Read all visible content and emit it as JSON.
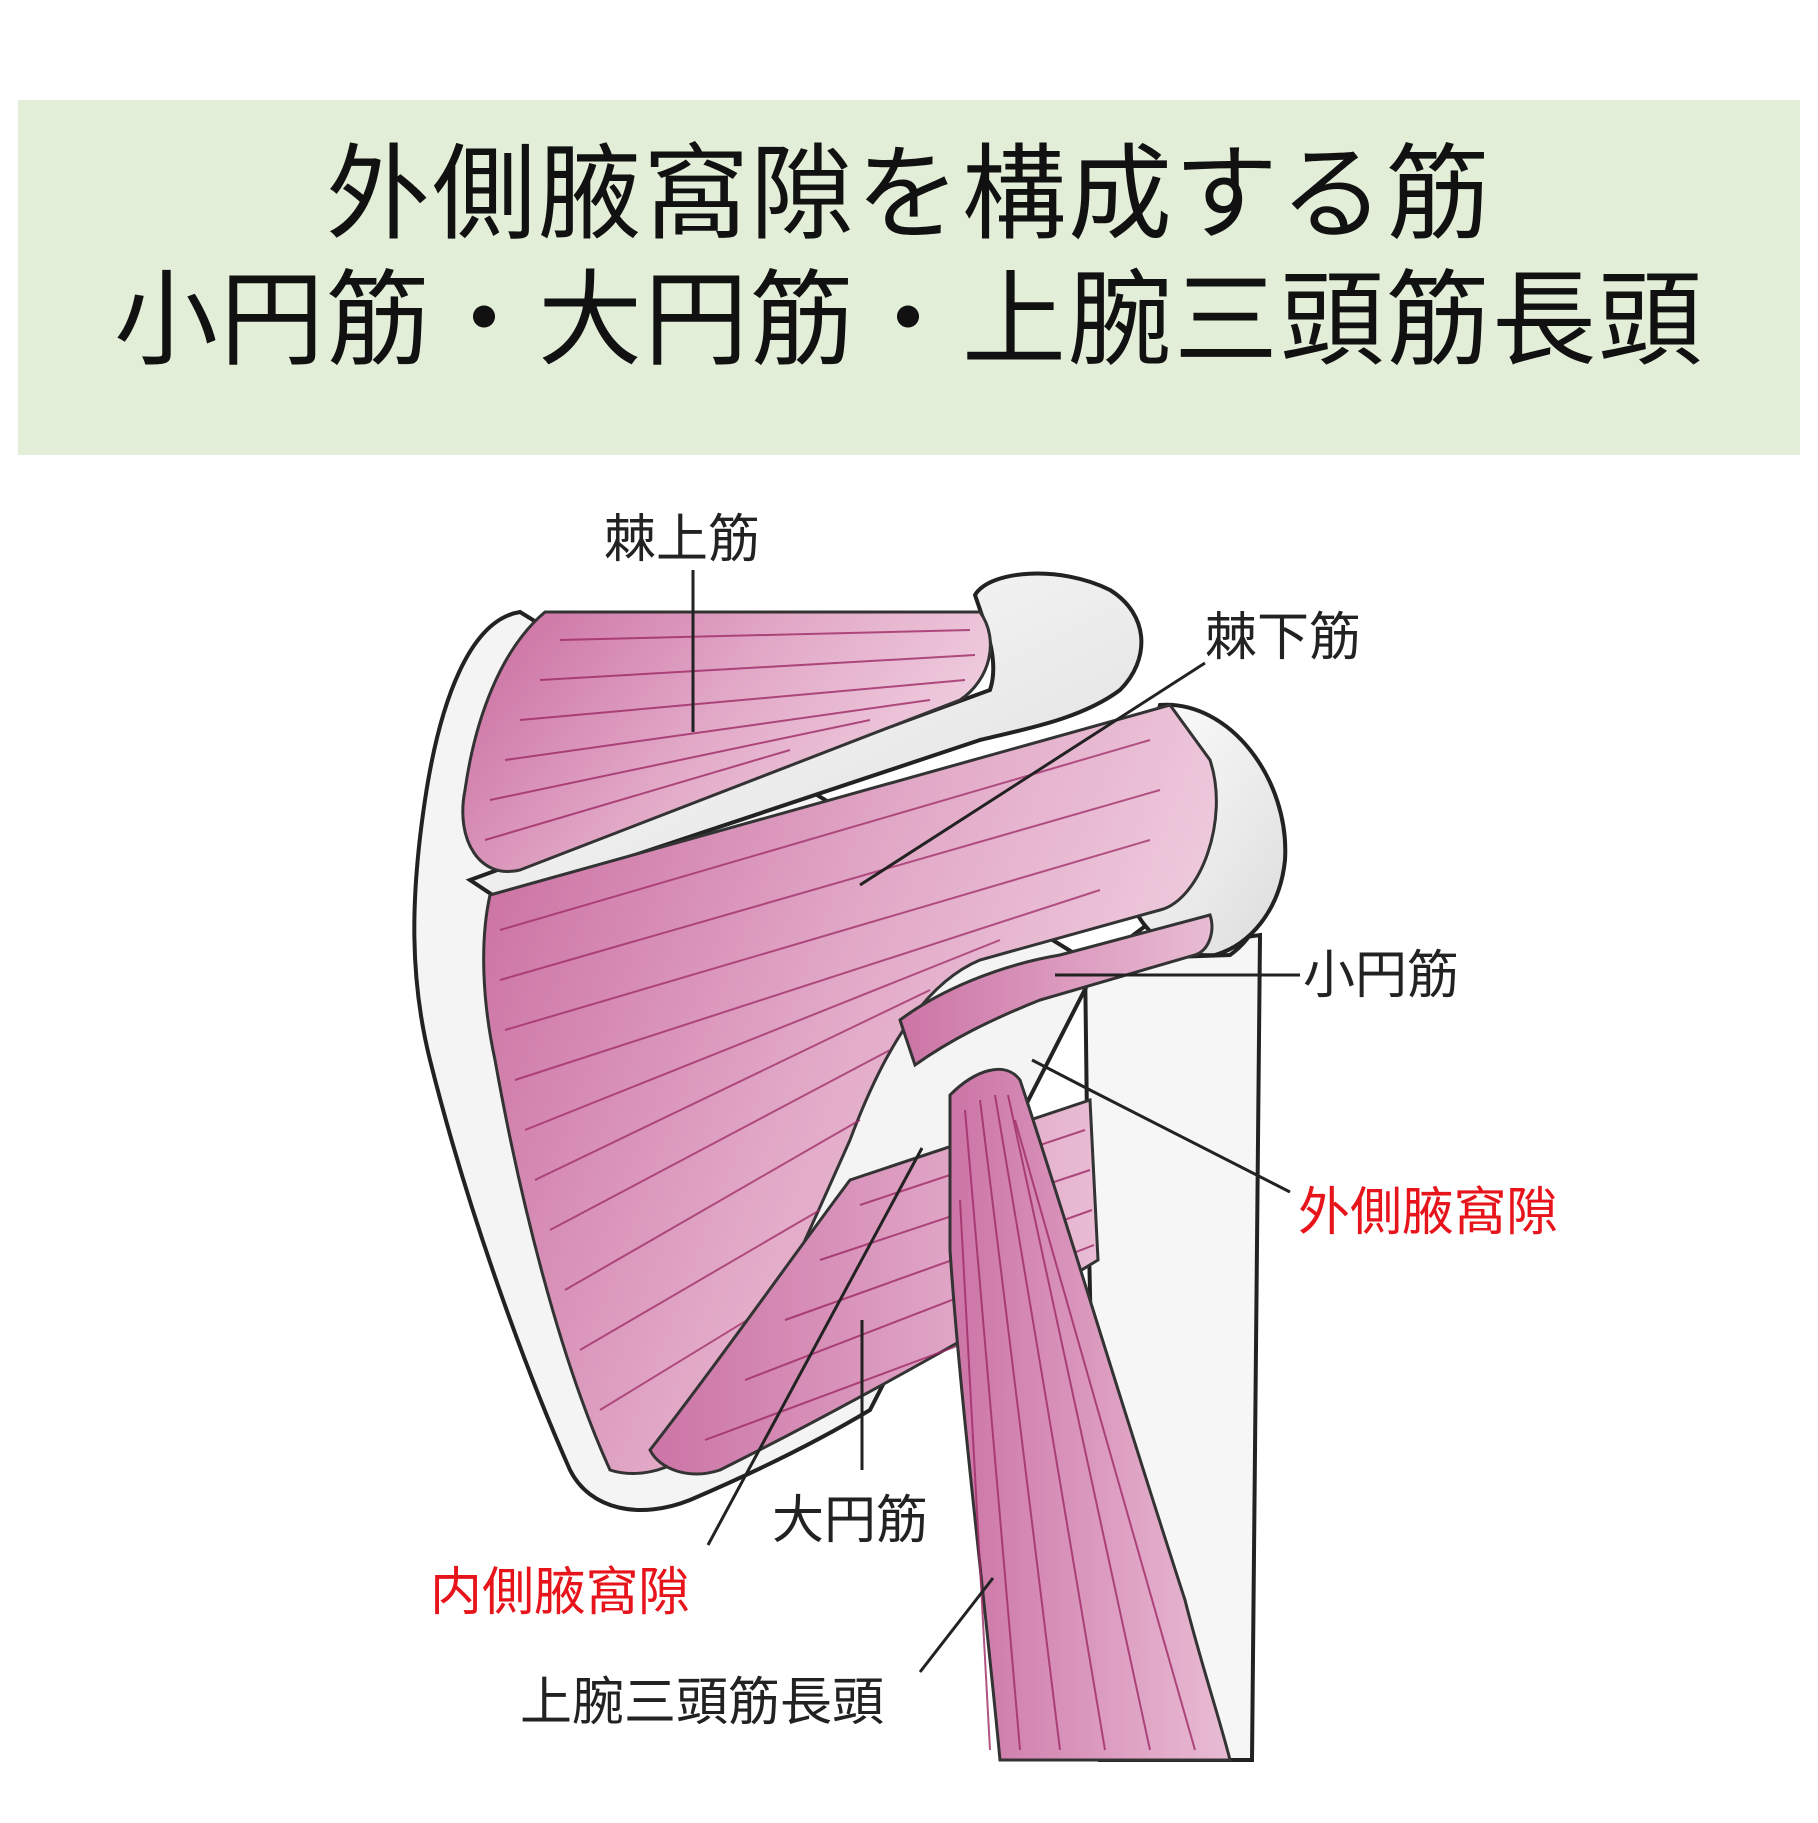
{
  "title": {
    "line1": "外側腋窩隙を構成する筋",
    "line2": "小円筋・大円筋・上腕三頭筋長頭"
  },
  "labels": {
    "supraspinatus": "棘上筋",
    "infraspinatus": "棘下筋",
    "teres_minor": "小円筋",
    "quadrangular_space": "外側腋窩隙",
    "teres_major": "大円筋",
    "triangular_space": "内側腋窩隙",
    "triceps_long_head": "上腕三頭筋長頭"
  },
  "colors": {
    "title_bg": "#e2eed8",
    "muscle": "#d98bb4",
    "muscle_dark": "#b94d86",
    "fiber": "#9e2a66",
    "bone": "#f4f4f4",
    "highlight_label": "#e8141c"
  }
}
